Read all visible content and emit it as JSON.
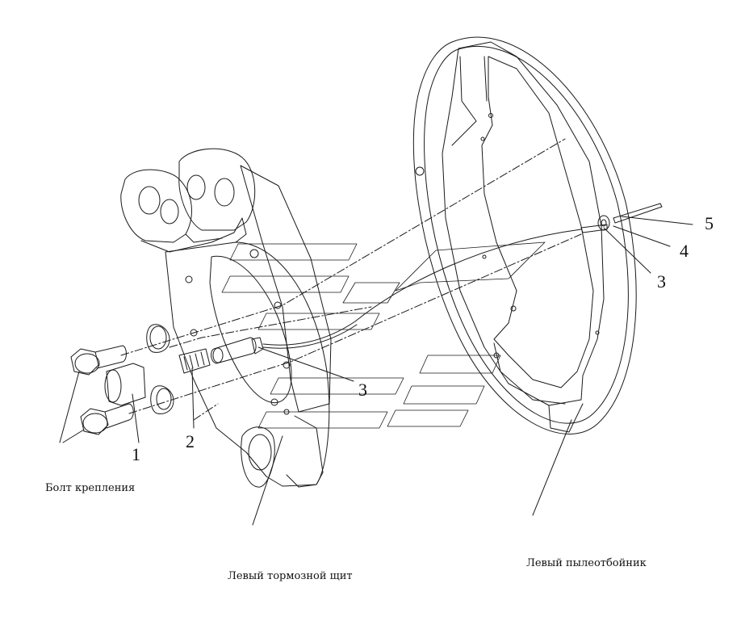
{
  "callouts": {
    "c1": "1",
    "c2": "2",
    "c3_sensor": "3",
    "c3_shield": "3",
    "c4": "4",
    "c5": "5"
  },
  "captions": {
    "bolt": "Болт крепления",
    "brake_shield": "Левый тормозной щит",
    "dust_shield": "Левый пылеотбойник"
  },
  "colors": {
    "line": "#1a1a1a",
    "background": "#ffffff"
  }
}
